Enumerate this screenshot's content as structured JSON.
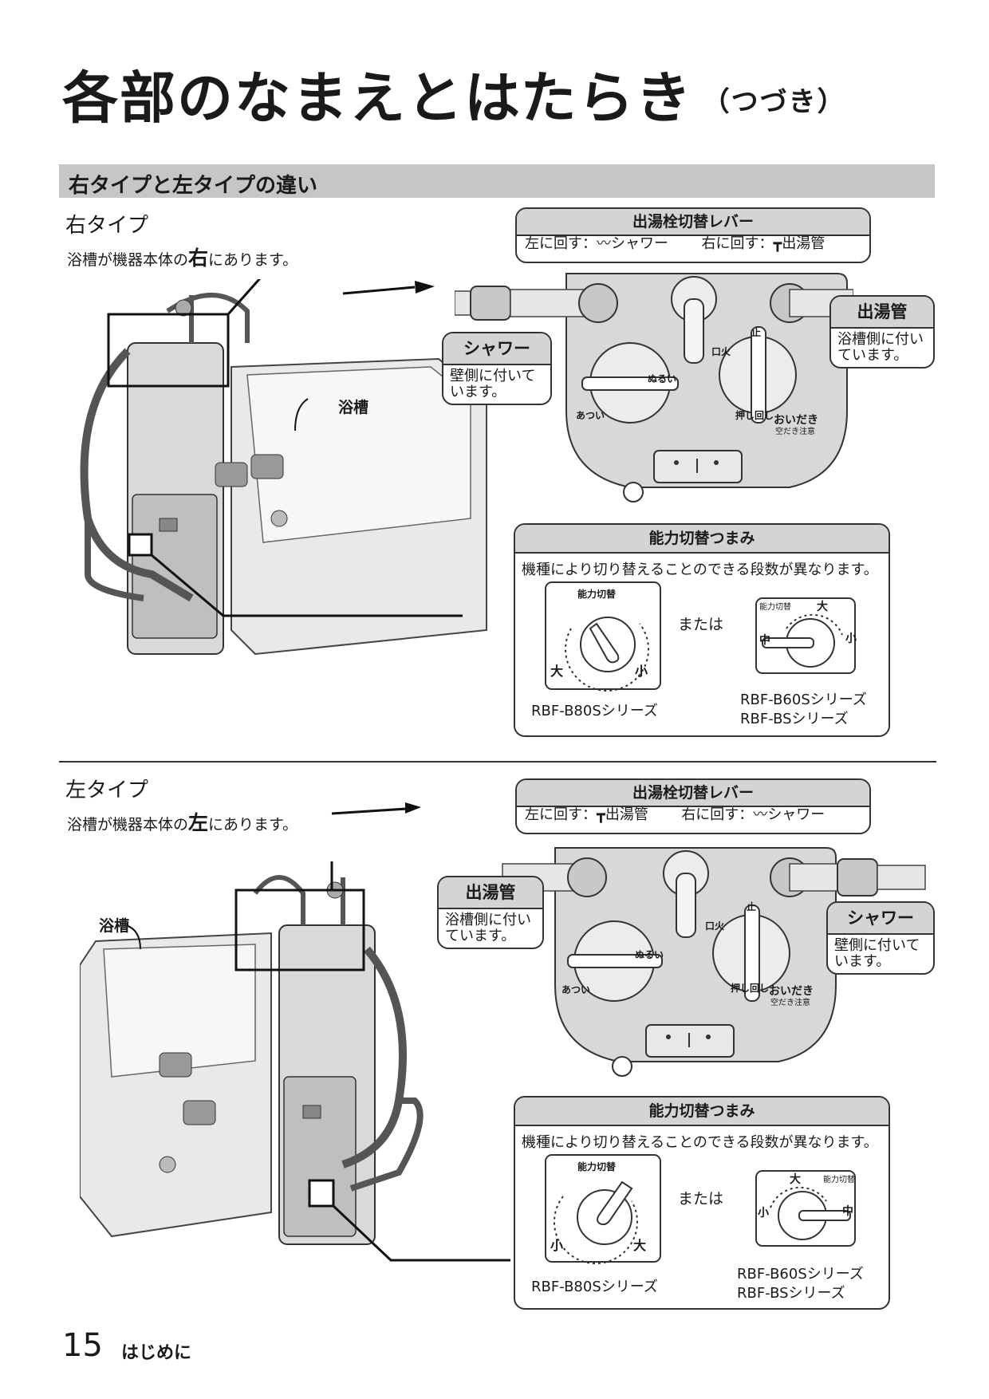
{
  "title": {
    "main": "各部のなまえとはたらき",
    "sub": "（つづき）"
  },
  "section": {
    "heading": "右タイプと左タイプの違い"
  },
  "right_type": {
    "heading": "右タイプ",
    "desc_pre": "浴槽が機器本体の",
    "desc_emph": "右",
    "desc_post": "にあります。",
    "tub_label": "浴槽",
    "lever": {
      "title": "出湯栓切替レバー",
      "left_text": "左に回す：",
      "left_target": "シャワー",
      "right_text": "右に回す：",
      "right_target": "出湯管"
    },
    "shower": {
      "title": "シャワー",
      "body": "壁側に付いています。"
    },
    "outlet": {
      "title": "出湯管",
      "body": "浴槽側に付いています。"
    },
    "panel": {
      "nurui": "ぬるい",
      "atsui": "あつい",
      "kuchibi": "口火",
      "tome": "止",
      "oidaki": "おいだき",
      "oshi": "押し回し",
      "kara": "空だき注意"
    },
    "knob": {
      "title": "能力切替つまみ",
      "desc": "機種により切り替えることのできる段数が異なります。",
      "dial_label": "能力切替",
      "dai": "大",
      "shou": "小",
      "chuu": "中",
      "or": "または",
      "series_a": "RBF-B80Sシリーズ",
      "series_b1": "RBF-B60Sシリーズ",
      "series_b2": "RBF-BSシリーズ"
    }
  },
  "left_type": {
    "heading": "左タイプ",
    "desc_pre": "浴槽が機器本体の",
    "desc_emph": "左",
    "desc_post": "にあります。",
    "tub_label": "浴槽",
    "lever": {
      "title": "出湯栓切替レバー",
      "left_text": "左に回す：",
      "left_target": "出湯管",
      "right_text": "右に回す：",
      "right_target": "シャワー"
    },
    "shower": {
      "title": "シャワー",
      "body": "壁側に付いています。"
    },
    "outlet": {
      "title": "出湯管",
      "body": "浴槽側に付いています。"
    },
    "panel": {
      "nurui": "ぬるい",
      "atsui": "あつい",
      "kuchibi": "口火",
      "tome": "止",
      "oidaki": "おいだき",
      "oshi": "押し回し",
      "kara": "空だき注意"
    },
    "knob": {
      "title": "能力切替つまみ",
      "desc": "機種により切り替えることのできる段数が異なります。",
      "dial_label": "能力切替",
      "dai": "大",
      "shou": "小",
      "chuu": "中",
      "or": "または",
      "series_a": "RBF-B80Sシリーズ",
      "series_b1": "RBF-B60Sシリーズ",
      "series_b2": "RBF-BSシリーズ"
    }
  },
  "footer": {
    "page_number": "15",
    "label": "はじめに"
  }
}
